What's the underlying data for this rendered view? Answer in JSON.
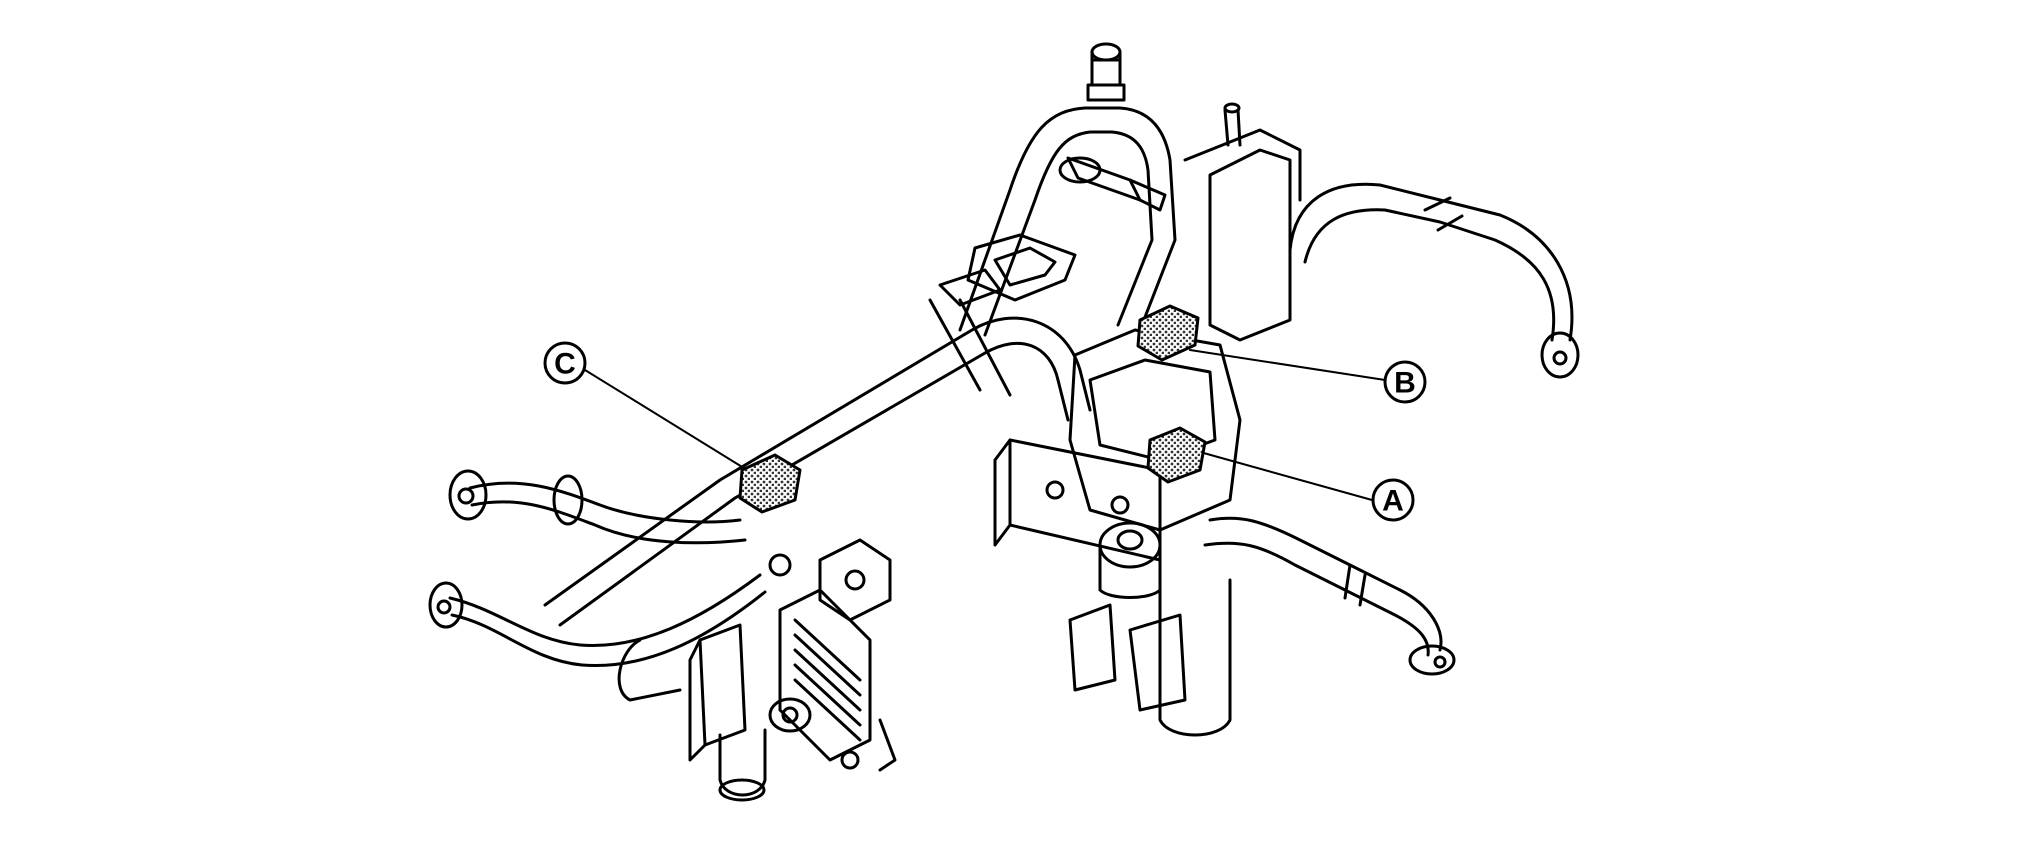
{
  "callouts": {
    "A": "A",
    "B": "B",
    "C": "C"
  },
  "colors": {
    "line": "#000000",
    "background": "#ffffff",
    "hatch": "#444444"
  }
}
